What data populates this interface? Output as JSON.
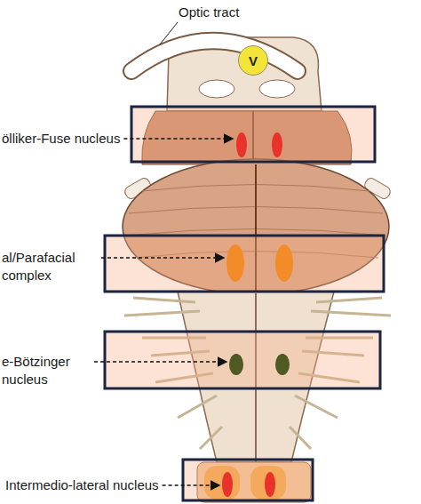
{
  "diagram": {
    "nodes": [
      {
        "text": [
          "V"
        ]
      }
    ],
    "labels": [
      "Optic tract",
      "ölliker-Fuse nucleus",
      "al/Parafacial complex",
      "e-Bötzinger nucleus",
      "Intermedio-lateral nucleus"
    ]
  }
}
